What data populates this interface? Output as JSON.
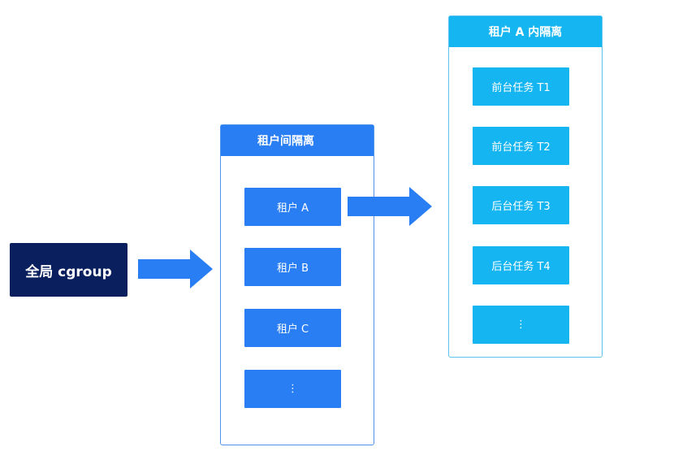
{
  "colors": {
    "root_bg": "#0a1f5e",
    "tenant_blue": "#2a7ef4",
    "tenant_border": "#4f95f0",
    "task_cyan": "#15b5f1",
    "task_border": "#5cc2ef",
    "arrow_blue": "#2a7ef4"
  },
  "root": {
    "label": "全局 cgroup"
  },
  "tenant_panel": {
    "title": "租户间隔离",
    "items": [
      {
        "label": "租户 A"
      },
      {
        "label": "租户 B"
      },
      {
        "label": "租户 C"
      },
      {
        "label": "⋮"
      }
    ]
  },
  "task_panel": {
    "title": "租户 A 内隔离",
    "items": [
      {
        "label": "前台任务 T1"
      },
      {
        "label": "前台任务 T2"
      },
      {
        "label": "后台任务 T3"
      },
      {
        "label": "后台任务 T4"
      },
      {
        "label": "⋮"
      }
    ]
  }
}
